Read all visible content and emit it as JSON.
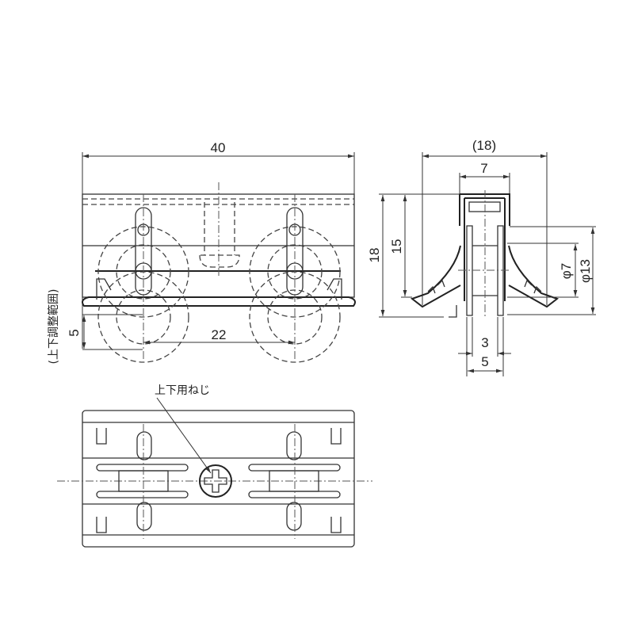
{
  "front_view": {
    "width_dim": "40",
    "wheel_pitch_dim": "22",
    "adjust_dim": "5",
    "adjust_label": "(上下調整範囲)"
  },
  "side_view": {
    "overall_width_dim": "(18)",
    "top_width_dim": "7",
    "overall_height_dim": "18",
    "body_height_dim": "15",
    "inner_wheel_dia": "φ7",
    "outer_wheel_dia": "φ13",
    "wheel_width_dim": "3",
    "bracket_width_dim": "5"
  },
  "bottom_view": {
    "screw_label": "上下用ねじ"
  }
}
